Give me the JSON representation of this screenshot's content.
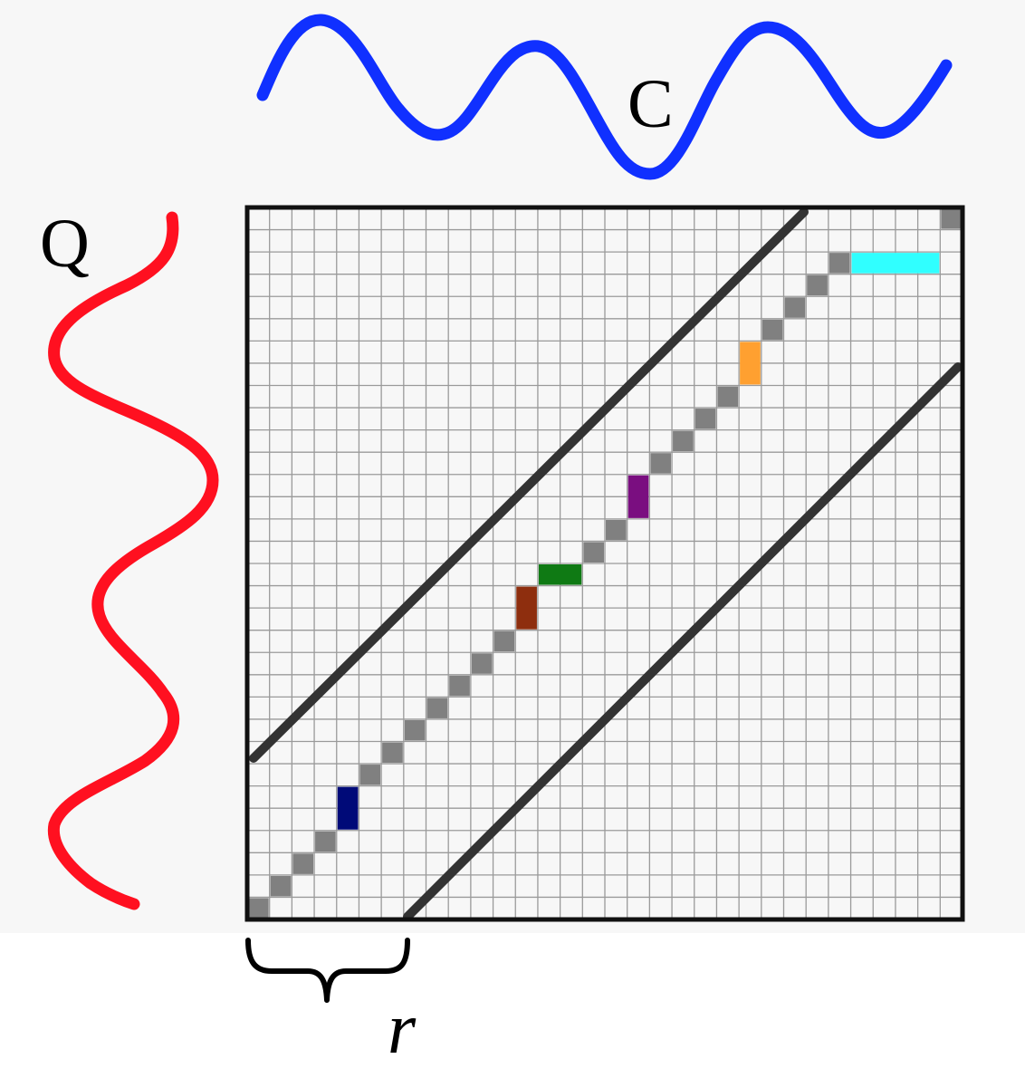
{
  "labels": {
    "series_c": "C",
    "series_q": "Q",
    "window": "r"
  },
  "colors": {
    "background": "#f7f7f7",
    "grid_line": "#9a9a9a",
    "grid_fill": "#f7f7f7",
    "path_cell": "#808080",
    "band_line": "#333333",
    "frame": "#111111",
    "series_c": "#1030ff",
    "series_q": "#ff1020",
    "highlight_cells": [
      "#000a78",
      "#8e2e0e",
      "#0f7a14",
      "#7a0e80",
      "#ffa030",
      "#30ffff"
    ]
  },
  "matrix": {
    "rows": 32,
    "cols": 32
  }
}
